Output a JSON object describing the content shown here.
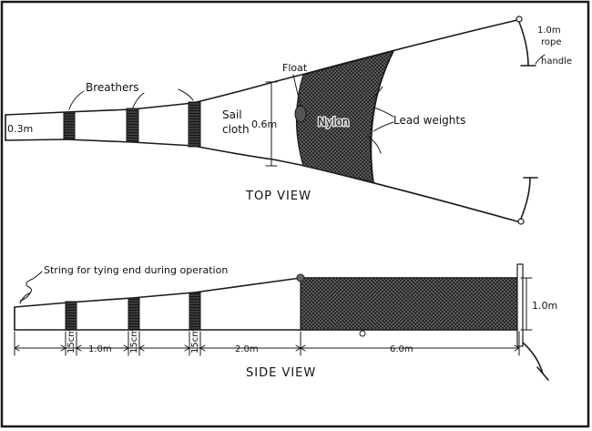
{
  "top_view": {
    "caption": "TOP VIEW",
    "labels": {
      "mouth_width": "0.3m",
      "breathers": "Breathers",
      "sail": "Sail",
      "cloth": "cloth",
      "mid_width": "0.6m",
      "float": "Float",
      "nylon": "Nylon",
      "lead_weights": "Lead weights",
      "rope_len": "1.0m",
      "rope": "rope",
      "handle": "handle"
    }
  },
  "side_view": {
    "caption": "SIDE VIEW",
    "labels": {
      "string_note": "String for tying end during operation",
      "height": "1.0m",
      "dims": [
        "15cm",
        "1.0m",
        "15cm",
        "15cm",
        "2.0m",
        "6.0m"
      ]
    }
  },
  "colors": {
    "ink": "#1a1a1a",
    "mesh": "#3a3a3a",
    "band": "#2b2b2b"
  }
}
